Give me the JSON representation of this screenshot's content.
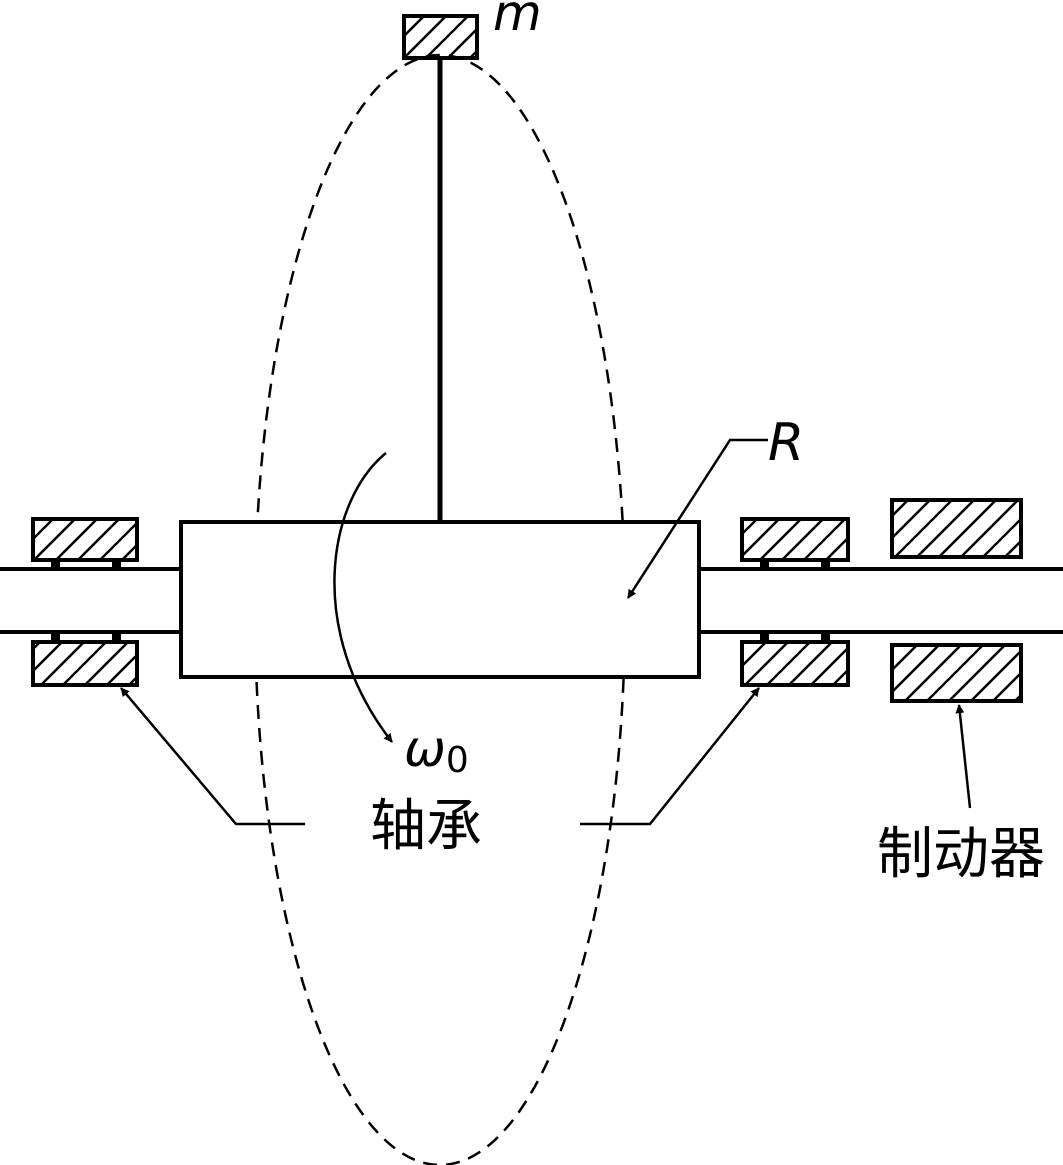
{
  "labels": {
    "mass": "m",
    "radius": "R",
    "angular_velocity": "ω",
    "angular_velocity_subscript": "0",
    "bearing": "轴承",
    "brake": "制动器"
  },
  "colors": {
    "line": "#000000",
    "background": "#ffffff"
  }
}
